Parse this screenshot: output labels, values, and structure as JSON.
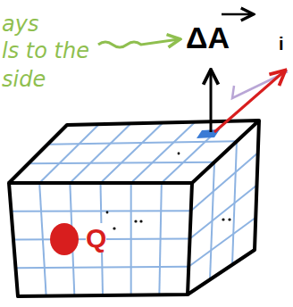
{
  "diagram": {
    "labels": [
      "ays",
      "ls to the",
      "side",
      "ΔA",
      "i",
      "Q"
    ]
  }
}
